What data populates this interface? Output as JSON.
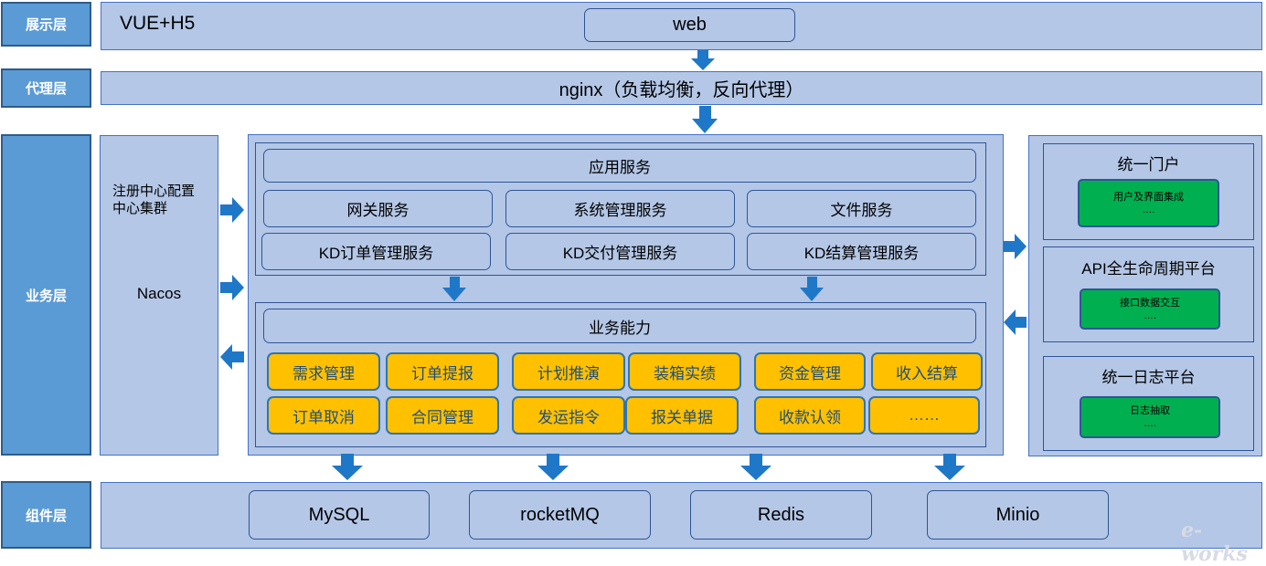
{
  "layers": {
    "presentation": "展示层",
    "proxy": "代理层",
    "business": "业务层",
    "component": "组件层"
  },
  "presentation": {
    "tech": "VUE+H5",
    "web": "web"
  },
  "proxy": {
    "nginx": "nginx（负载均衡，反向代理）"
  },
  "registry": {
    "title_line1": "注册中心配置",
    "title_line2": "中心集群",
    "name": "Nacos"
  },
  "services": {
    "header": "应用服务",
    "row1": [
      "网关服务",
      "系统管理服务",
      "文件服务"
    ],
    "row2": [
      "KD订单管理服务",
      "KD交付管理服务",
      "KD结算管理服务"
    ]
  },
  "capabilities": {
    "header": "业务能力",
    "row1": [
      "需求管理",
      "订单提报",
      "计划推演",
      "装箱实绩",
      "资金管理",
      "收入结算"
    ],
    "row2": [
      "订单取消",
      "合同管理",
      "发运指令",
      "报关单据",
      "收款认领",
      "……"
    ]
  },
  "platforms": [
    {
      "title": "统一门户",
      "inner_line1": "用户及界面集成",
      "inner_line2": "…."
    },
    {
      "title": "API全生命周期平台",
      "inner_line1": "接口数据交互",
      "inner_line2": "…."
    },
    {
      "title": "统一日志平台",
      "inner_line1": "日志抽取",
      "inner_line2": "…."
    }
  ],
  "components": [
    "MySQL",
    "rocketMQ",
    "Redis",
    "Minio"
  ],
  "watermark": "e-works",
  "colors": {
    "layer_label": "#5b9bd5",
    "band": "#b4c7e7",
    "border": "#2f5597",
    "arrow": "#1f77c8",
    "capability": "#ffc000",
    "platform_inner": "#00b050"
  }
}
